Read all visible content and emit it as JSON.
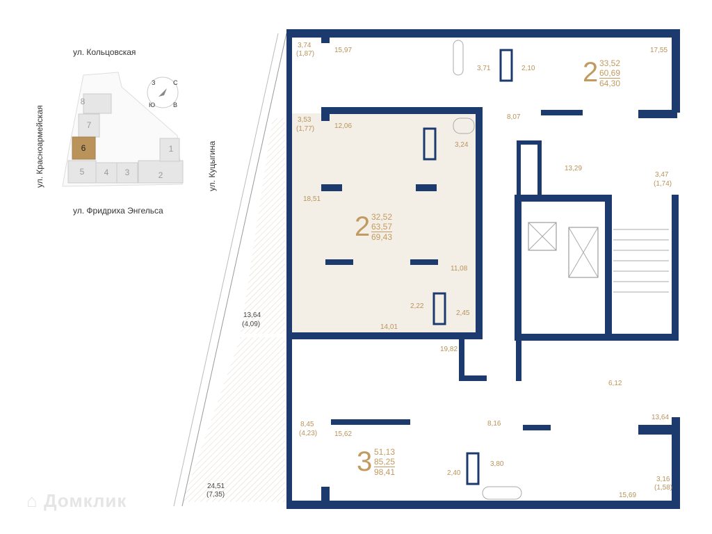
{
  "site_plan": {
    "streets": {
      "north": "ул. Кольцовская",
      "west": "ул. Красноармейская",
      "east": "ул. Куцыгина",
      "south": "ул. Фридриха Энгельса"
    },
    "compass": {
      "n": "С",
      "s": "Ю",
      "e": "В",
      "w": "З"
    },
    "sections": [
      "1",
      "2",
      "3",
      "4",
      "5",
      "6",
      "7",
      "8"
    ],
    "selected_section": "6",
    "selected_color": "#b9935a"
  },
  "colors": {
    "wall": "#1d3a6e",
    "highlight": "#f4efe6",
    "label": "#b9935a"
  },
  "apartments": [
    {
      "id": "top-right",
      "rooms": "2",
      "living": "33,52",
      "total_no_balcony": "60,69",
      "total": "64,30"
    },
    {
      "id": "selected",
      "rooms": "2",
      "living": "32,52",
      "total_no_balcony": "63,57",
      "total": "69,43"
    },
    {
      "id": "bottom",
      "rooms": "3",
      "living": "51,13",
      "total_no_balcony": "85,25",
      "total": "98,41"
    }
  ],
  "room_labels": {
    "r_3_74": "3,74",
    "r_1_87": "(1,87)",
    "r_15_97": "15,97",
    "r_3_71": "3,71",
    "r_2_10": "2,10",
    "r_17_55": "17,55",
    "r_8_07": "8,07",
    "r_3_53": "3,53",
    "r_1_77": "(1,77)",
    "r_12_06": "12,06",
    "r_3_24": "3,24",
    "r_13_29": "13,29",
    "r_3_47": "3,47",
    "r_1_74": "(1,74)",
    "r_18_51": "18,51",
    "r_11_08": "11,08",
    "r_2_22": "2,22",
    "r_2_45": "2,45",
    "r_14_01": "14,01",
    "r_13_64t": "13,64",
    "r_4_09": "(4,09)",
    "r_19_82": "19,82",
    "r_6_12": "6,12",
    "r_13_64": "13,64",
    "r_8_16": "8,16",
    "r_8_45": "8,45",
    "r_4_23": "(4,23)",
    "r_15_62": "15,62",
    "r_2_40": "2,40",
    "r_3_80": "3,80",
    "r_3_16": "3,16",
    "r_1_58": "(1,58)",
    "r_15_69": "15,69",
    "r_24_51": "24,51",
    "r_7_35": "(7,35)"
  },
  "watermark": "Домклик"
}
